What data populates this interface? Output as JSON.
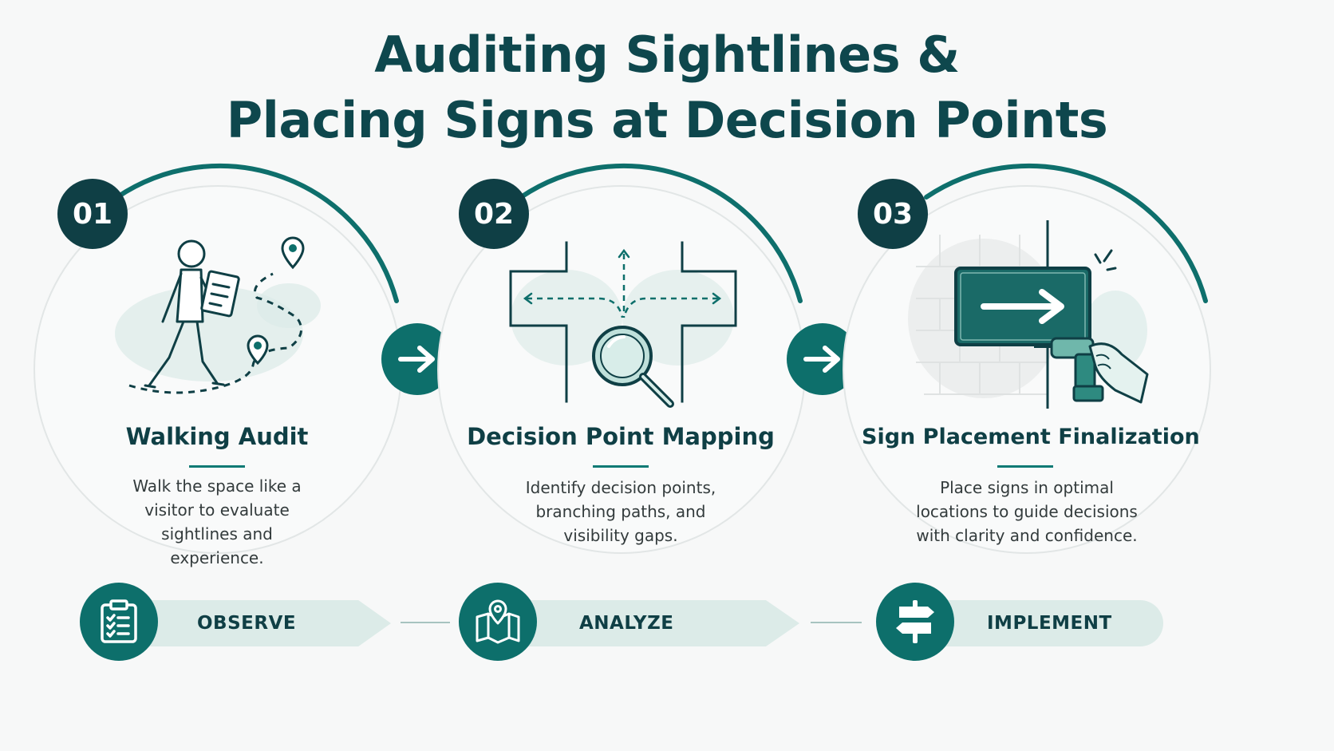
{
  "title": {
    "line1": "Auditing Sightlines &",
    "line2": "Placing Signs at Decision Points"
  },
  "stages": [
    {
      "number": "01",
      "title": "Walking Audit",
      "description": "Walk the space like a visitor to evaluate sightlines and experience.",
      "illustration": "person-walking-with-clipboard-and-map-pins"
    },
    {
      "number": "02",
      "title": "Decision Point Mapping",
      "description": "Identify decision points, branching paths, and visibility gaps.",
      "illustration": "intersection-with-magnifying-glass"
    },
    {
      "number": "03",
      "title": "Sign Placement Finalization",
      "description": "Place signs in optimal locations to guide decisions with clarity and confidence.",
      "illustration": "hand-drilling-arrow-sign-on-wall"
    }
  ],
  "phases": [
    {
      "label": "OBSERVE",
      "icon": "clipboard-checklist-icon"
    },
    {
      "label": "ANALYZE",
      "icon": "map-pin-icon"
    },
    {
      "label": "IMPLEMENT",
      "icon": "signpost-icon"
    }
  ],
  "colors": {
    "primary_dark": "#0f3f45",
    "accent_teal": "#0d6f6b",
    "light_teal": "#dcebe8",
    "background": "#f7f8f8"
  }
}
